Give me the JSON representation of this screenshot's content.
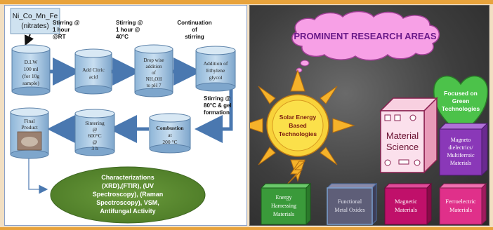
{
  "left_panel": {
    "start_box": {
      "line1": "Ni_Co_Mn_Fe",
      "line2": "(nitrates)"
    },
    "cylinders": [
      {
        "lines": [
          "D.I.W",
          "100 ml",
          "(for 10g",
          "sample)"
        ]
      },
      {
        "lines": [
          "Add Citric",
          "acid"
        ]
      },
      {
        "lines": [
          "Drop wise",
          "addition",
          "of",
          "NH₄OH",
          "to pH 7"
        ]
      },
      {
        "lines": [
          "Addition of",
          "Ethylene",
          "glycol"
        ]
      },
      {
        "lines": [
          "Combustion",
          "at",
          "200 °C"
        ]
      },
      {
        "lines": [
          "Sintering",
          "@",
          "600°C",
          "@",
          "3 h"
        ]
      },
      {
        "lines": [
          "Final",
          "Product"
        ]
      }
    ],
    "step_labels": [
      {
        "lines": [
          "Stirring @",
          "1 hour",
          "@RT"
        ]
      },
      {
        "lines": [
          "Stirring @",
          "1 hour @",
          "40°C"
        ]
      },
      {
        "lines": [
          "Continuation",
          "of",
          "stirring"
        ]
      },
      {
        "lines": [
          "Stirring @",
          "80°C & gel",
          "formation"
        ]
      }
    ],
    "characterization": {
      "lines": [
        "Characterizations",
        "(XRD),(FTIR), (UV",
        "Spectroscopy), (Raman",
        "Spectroscopy), VSM,",
        "Antifungal Activity"
      ]
    }
  },
  "right_panel": {
    "title": "PROMINENT RESEARCH AREAS",
    "sun": {
      "lines": [
        "Solar Energy",
        "Based",
        "Technologies"
      ]
    },
    "green": {
      "lines": [
        "Focused on",
        "Green",
        "Technologies"
      ]
    },
    "material": {
      "lines": [
        "Material",
        "Science"
      ]
    },
    "boxes": [
      {
        "lines": [
          "Magneto",
          "dielectrics/",
          "Multiferroic",
          "Materials"
        ],
        "color": "#8a38b8"
      },
      {
        "lines": [
          "Energy",
          "Harnessing",
          "Materials"
        ],
        "color": "#3a9a3a"
      },
      {
        "lines": [
          "Functional",
          "Metal Oxides"
        ],
        "color": "#5e5e78"
      },
      {
        "lines": [
          "Magnetic",
          "Materials"
        ],
        "color": "#c0106a"
      },
      {
        "lines": [
          "Ferroelectric",
          "Materials"
        ],
        "color": "#e0308a"
      }
    ]
  }
}
